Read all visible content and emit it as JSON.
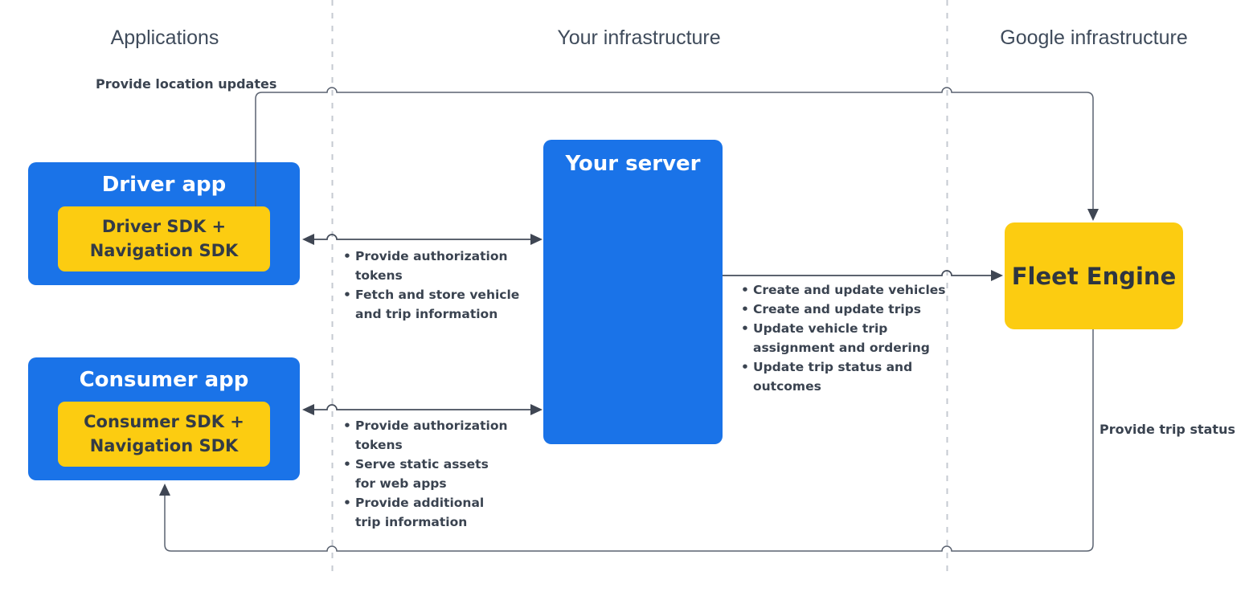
{
  "headers": {
    "applications": "Applications",
    "your_infrastructure": "Your infrastructure",
    "google_infrastructure": "Google infrastructure"
  },
  "nodes": {
    "driver_app": {
      "title": "Driver app",
      "sdk": "Driver SDK +\nNavigation SDK"
    },
    "consumer_app": {
      "title": "Consumer app",
      "sdk": "Consumer SDK +\nNavigation SDK"
    },
    "your_server": {
      "title": "Your server"
    },
    "fleet_engine": {
      "title": "Fleet Engine"
    }
  },
  "edges": {
    "provide_location_updates": {
      "label": "Provide location updates",
      "from": "Driver SDK + Navigation SDK",
      "to": "Fleet Engine"
    },
    "provide_trip_status": {
      "label": "Provide trip status",
      "from": "Fleet Engine",
      "to": "Consumer app"
    },
    "driver_server": {
      "items": [
        "Provide authorization\ntokens",
        "Fetch and store vehicle\nand trip information"
      ]
    },
    "consumer_server": {
      "items": [
        "Provide authorization\ntokens",
        "Serve static assets\nfor web apps",
        "Provide additional\ntrip information"
      ]
    },
    "server_fleet": {
      "items": [
        "Create and update vehicles",
        "Create and update trips",
        "Update vehicle trip\nassignment and ordering",
        "Update trip status and\noutcomes"
      ]
    }
  },
  "colors": {
    "node_blue": "#1A73E8",
    "node_yellow": "#FCCC11",
    "title_on_blue": "#FFFFFF",
    "dark_text": "#3A4350",
    "header_text": "#3F4B5B",
    "edge_line": "#4A5261",
    "divider": "#C5CAD1",
    "background": "#FFFFFF"
  }
}
